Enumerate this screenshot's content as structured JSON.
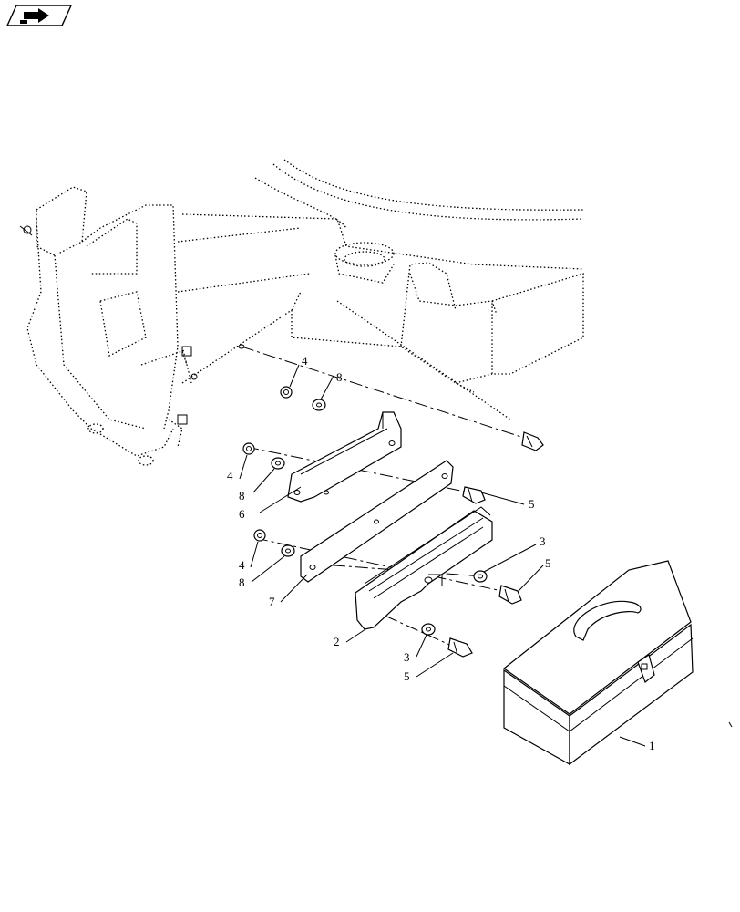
{
  "nav_icon": {
    "name": "arrow-page-icon"
  },
  "callouts": [
    {
      "id": "c1",
      "label": "1"
    },
    {
      "id": "c2",
      "label": "2"
    },
    {
      "id": "c3a",
      "label": "3"
    },
    {
      "id": "c3b",
      "label": "3"
    },
    {
      "id": "c4a",
      "label": "4"
    },
    {
      "id": "c4b",
      "label": "4"
    },
    {
      "id": "c4c",
      "label": "4"
    },
    {
      "id": "c5a",
      "label": "5"
    },
    {
      "id": "c5b",
      "label": "5"
    },
    {
      "id": "c5c",
      "label": "5"
    },
    {
      "id": "c6",
      "label": "6"
    },
    {
      "id": "c7",
      "label": "7"
    },
    {
      "id": "c8a",
      "label": "8"
    },
    {
      "id": "c8b",
      "label": "8"
    },
    {
      "id": "c8c",
      "label": "8"
    }
  ]
}
